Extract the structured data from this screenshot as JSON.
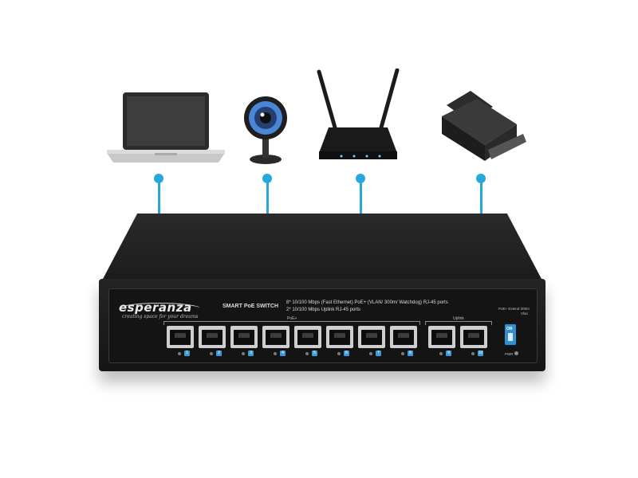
{
  "switch": {
    "brand": "esperanza",
    "tagline": "creating space for your dreams",
    "model": "SMART PoE SWITCH",
    "spec_line_1": "8* 10/100 Mbps (Fast Ethernet) PoE+ (VLAN/ 300m/ Watchdog) RJ-45 ports",
    "spec_line_2": "2* 10/100 Mbps Uplink RJ-45 ports",
    "poe_label": "PoE+",
    "uplink_label": "Uplink",
    "dip_label_1": "PoE+ Extend 300m",
    "dip_label_2": "Vlan",
    "dip_on": "ON",
    "pwr_label": "PWR",
    "port_numbers": [
      "1",
      "2",
      "3",
      "4",
      "5",
      "6",
      "7",
      "8",
      "9",
      "10"
    ]
  },
  "devices": [
    "laptop-icon",
    "webcam-icon",
    "router-icon",
    "printer-icon"
  ],
  "colors": {
    "accent": "#27a8dd",
    "switch_body": "#1c1c1c",
    "port_metal": "#cfcfcf",
    "port_label": "#3b9bd6"
  }
}
